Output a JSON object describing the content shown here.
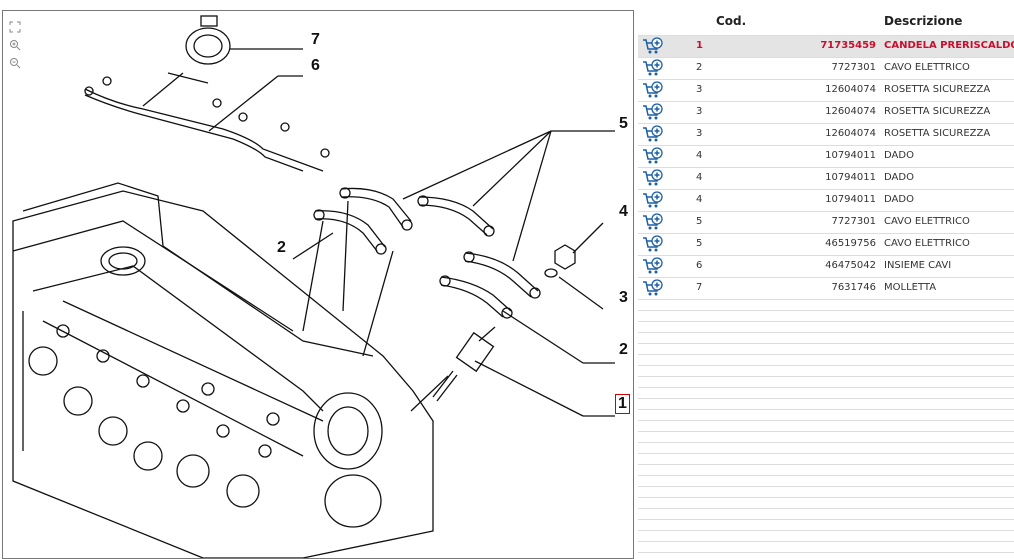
{
  "toolbar": {
    "fit_icon": "fit-screen-icon",
    "zoom_in_icon": "zoom-in-icon",
    "zoom_out_icon": "zoom-out-icon"
  },
  "callouts": [
    "7",
    "6",
    "5",
    "4",
    "2",
    "3",
    "2",
    "1"
  ],
  "table": {
    "col_code": "Cod.",
    "col_desc": "Descrizione",
    "cart_icon": "add-to-cart-icon",
    "selected_color": "#c8102e",
    "rows": [
      {
        "ref": "1",
        "code": "71735459",
        "desc": "CANDELA PRERISCALDO",
        "selected": true
      },
      {
        "ref": "2",
        "code": "7727301",
        "desc": "CAVO ELETTRICO"
      },
      {
        "ref": "3",
        "code": "12604074",
        "desc": "ROSETTA SICUREZZA"
      },
      {
        "ref": "3",
        "code": "12604074",
        "desc": "ROSETTA SICUREZZA"
      },
      {
        "ref": "3",
        "code": "12604074",
        "desc": "ROSETTA SICUREZZA"
      },
      {
        "ref": "4",
        "code": "10794011",
        "desc": "DADO"
      },
      {
        "ref": "4",
        "code": "10794011",
        "desc": "DADO"
      },
      {
        "ref": "4",
        "code": "10794011",
        "desc": "DADO"
      },
      {
        "ref": "5",
        "code": "7727301",
        "desc": "CAVO ELETTRICO"
      },
      {
        "ref": "5",
        "code": "46519756",
        "desc": "CAVO ELETTRICO"
      },
      {
        "ref": "6",
        "code": "46475042",
        "desc": "INSIEME CAVI"
      },
      {
        "ref": "7",
        "code": "7631746",
        "desc": "MOLLETTA"
      }
    ]
  }
}
